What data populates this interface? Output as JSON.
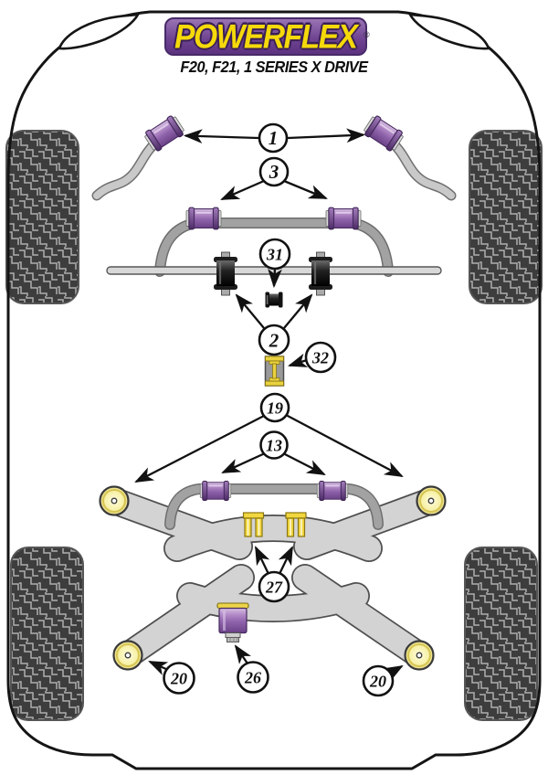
{
  "header": {
    "brand": "POWERFLEX",
    "registered_mark": "®",
    "model": "F20, F21, 1 SERIES X DRIVE"
  },
  "callouts": {
    "front_arm_bush": "1",
    "front_arb_bush": "3",
    "steering_rack_center_bush": "31",
    "steering_rack_bush": "2",
    "gearbox_mount_insert": "32",
    "subframe_front_bush": "19",
    "rear_arb_bush": "13",
    "subframe_insert": "27",
    "diff_mount_bush": "26",
    "subframe_rear_left_bush": "20",
    "subframe_rear_right_bush": "20"
  },
  "colors": {
    "brand_purple": "#6f4492",
    "brand_yellow": "#f5d90a",
    "bushing_purple": "#9a6cb4",
    "bushing_black": "#1c1c1c",
    "bushing_yellow": "#f7f1a6",
    "insert_yellow": "#f2d73e",
    "bar_gray": "#a2a2a2",
    "subframe_gray": "#d3d3d3",
    "outline_black": "#111111"
  }
}
